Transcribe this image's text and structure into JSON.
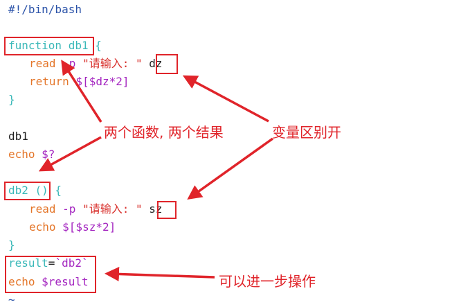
{
  "code": {
    "shebang": "#!/bin/bash",
    "func1_decl": "function db1",
    "brace_open": " {",
    "read_cmd": "read",
    "read_opt": " -p ",
    "prompt": "\"请输入: \" ",
    "var_dz": "dz",
    "return_cmd": "return",
    "return_expr": " $[$dz*2]",
    "brace_close": "}",
    "call_db1": "db1",
    "echo_cmd": "echo",
    "echo_status": " $?",
    "func2_decl": "db2 ()",
    "var_sz": "sz",
    "echo_expr": " $[$sz*2]",
    "result_var": "result",
    "assign": "=",
    "result_sub": "`db2`",
    "echo_result": " $result",
    "tilde": "~"
  },
  "annotations": {
    "two_functions": "两个函数, 两个结果",
    "variables_distinct": "变量区别开",
    "further_ops": "可以进一步操作"
  },
  "colors": {
    "annotation": "#e0242a",
    "keyword": "#3ab8b8",
    "command": "#e4762a",
    "variable": "#a426c0",
    "string": "#d8302c"
  }
}
